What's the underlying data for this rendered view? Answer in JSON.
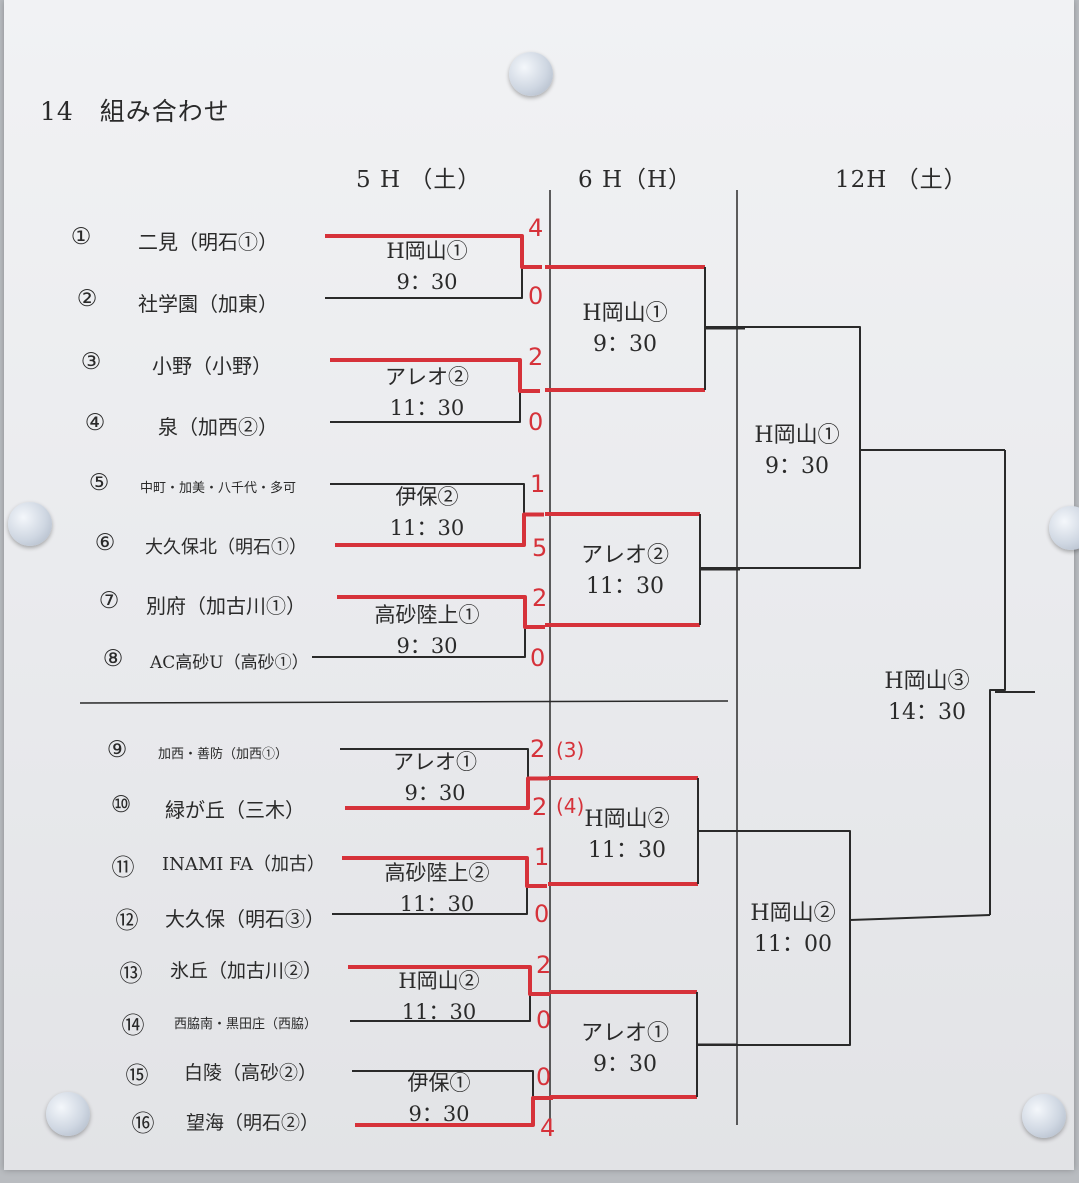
{
  "title": "14　組み合わせ",
  "headers": {
    "day1": "5 H （土）",
    "day2": "6 H（H）",
    "day3": "12H （土）"
  },
  "teams": [
    {
      "num": "①",
      "name": "二見（明石①）"
    },
    {
      "num": "②",
      "name": "社学園（加東）"
    },
    {
      "num": "③",
      "name": "小野（小野）"
    },
    {
      "num": "④",
      "name": "泉（加西②）"
    },
    {
      "num": "⑤",
      "name": "中町・加美・八千代・多可"
    },
    {
      "num": "⑥",
      "name": "大久保北（明石①）"
    },
    {
      "num": "⑦",
      "name": "別府（加古川①）"
    },
    {
      "num": "⑧",
      "name": "AC高砂U（高砂①）"
    },
    {
      "num": "⑨",
      "name": "加西・善防（加西①）"
    },
    {
      "num": "⑩",
      "name": "緑が丘（三木）"
    },
    {
      "num": "⑪",
      "name": "INAMI FA（加古）"
    },
    {
      "num": "⑫",
      "name": "大久保（明石③）"
    },
    {
      "num": "⑬",
      "name": "氷丘（加古川②）"
    },
    {
      "num": "⑭",
      "name": "西脇南・黒田庄（西脇）"
    },
    {
      "num": "⑮",
      "name": "白陵（高砂②）"
    },
    {
      "num": "⑯",
      "name": "望海（明石②）"
    }
  ],
  "round1": [
    {
      "venue": "H岡山①",
      "time": "9：30"
    },
    {
      "venue": "アレオ②",
      "time": "11：30"
    },
    {
      "venue": "伊保②",
      "time": "11：30"
    },
    {
      "venue": "高砂陸上①",
      "time": "9：30"
    },
    {
      "venue": "アレオ①",
      "time": "9：30"
    },
    {
      "venue": "高砂陸上②",
      "time": "11：30"
    },
    {
      "venue": "H岡山②",
      "time": "11：30"
    },
    {
      "venue": "伊保①",
      "time": "9：30"
    }
  ],
  "round2": [
    {
      "venue": "H岡山①",
      "time": "9：30"
    },
    {
      "venue": "アレオ②",
      "time": "11：30"
    },
    {
      "venue": "H岡山②",
      "time": "11：30"
    },
    {
      "venue": "アレオ①",
      "time": "9：30"
    }
  ],
  "semis": [
    {
      "venue": "H岡山①",
      "time": "9：30"
    },
    {
      "venue": "H岡山②",
      "time": "11：00"
    }
  ],
  "final": {
    "venue": "H岡山③",
    "time": "14：30"
  },
  "scores": [
    "4",
    "0",
    "2",
    "0",
    "1",
    "5",
    "2",
    "0",
    "2",
    "2",
    "1",
    "0",
    "2",
    "0",
    "0",
    "4"
  ],
  "pk_scores": [
    "(3)",
    "(4)"
  ],
  "colors": {
    "winner_line": "#d6323a",
    "ink": "#2a2a2a",
    "score": "#d6323a"
  }
}
